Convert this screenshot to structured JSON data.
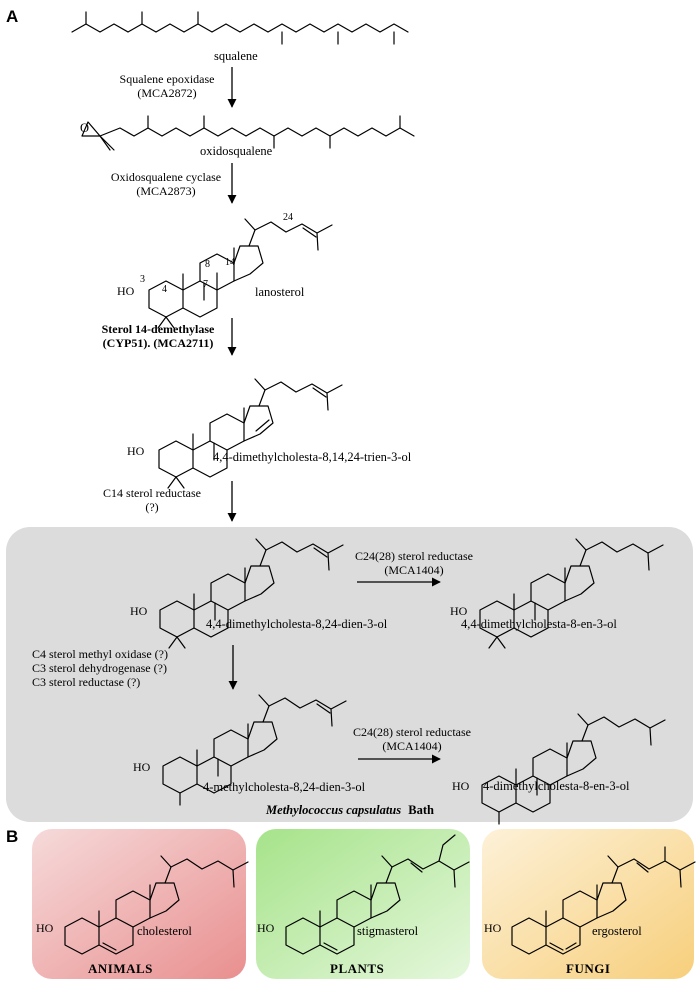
{
  "panels": {
    "a": "A",
    "b": "B"
  },
  "compounds": {
    "squalene": "squalene",
    "oxidosqualene": "oxidosqualene",
    "lanosterol": "lanosterol",
    "dimethyl_trien": "4,4-dimethylcholesta-8,14,24-trien-3-ol",
    "dimethyl_dien": "4,4-dimethylcholesta-8,24-dien-3-ol",
    "dimethyl_en": "4,4-dimethylcholesta-8-en-3-ol",
    "methyl_dien": "4-methylcholesta-8,24-dien-3-ol",
    "methyl_en": "4-dimethylcholesta-8-en-3-ol",
    "cholesterol": "cholesterol",
    "stigmasterol": "stigmasterol",
    "ergosterol": "ergosterol"
  },
  "enzymes": {
    "epox_1": "Squalene epoxidase",
    "epox_2": "(MCA2872)",
    "cyc_1": "Oxidosqualene cyclase",
    "cyc_2": "(MCA2873)",
    "cyp_1": "Sterol 14-demethylase",
    "cyp_2": "(CYP51). (MCA2711)",
    "c14_1": "C14 sterol reductase",
    "c14_2": "(?)",
    "c24a_1": "C24(28) sterol reductase",
    "c24a_2": "(MCA1404)",
    "c4_1": "C4 sterol methyl oxidase (?)",
    "c4_2": "C3 sterol dehydrogenase (?)",
    "c4_3": "C3 sterol reductase (?)",
    "c24b_1": "C24(28) sterol reductase",
    "c24b_2": "(MCA1404)"
  },
  "atoms": {
    "ho": "HO",
    "o": "O",
    "n3": "3",
    "n4": "4",
    "n7": "7",
    "n8": "8",
    "n14": "14",
    "n24": "24"
  },
  "organism": {
    "genus": "Methylococcus capsulatus",
    "strain": "Bath"
  },
  "kingdoms": {
    "animals": "ANIMALS",
    "plants": "PLANTS",
    "fungi": "FUNGI"
  },
  "colors": {
    "bath_box": "#dcdcdc",
    "animals": "#e98f8f",
    "plants": "#a6e38a",
    "fungi": "#f7cf7c"
  }
}
